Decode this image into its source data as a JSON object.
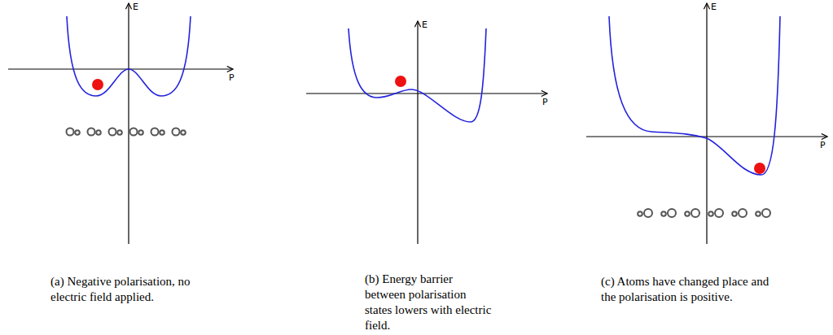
{
  "diagram": {
    "labels": [
      "E",
      "P",
      "E",
      "P",
      "E",
      "P",
      "(a) Negative polarisation, no electric field applied.",
      "(b) Energy barrier between polarisation states lowers with electric field.",
      "(c) Atoms have changed place and the polarisation is positive."
    ]
  }
}
